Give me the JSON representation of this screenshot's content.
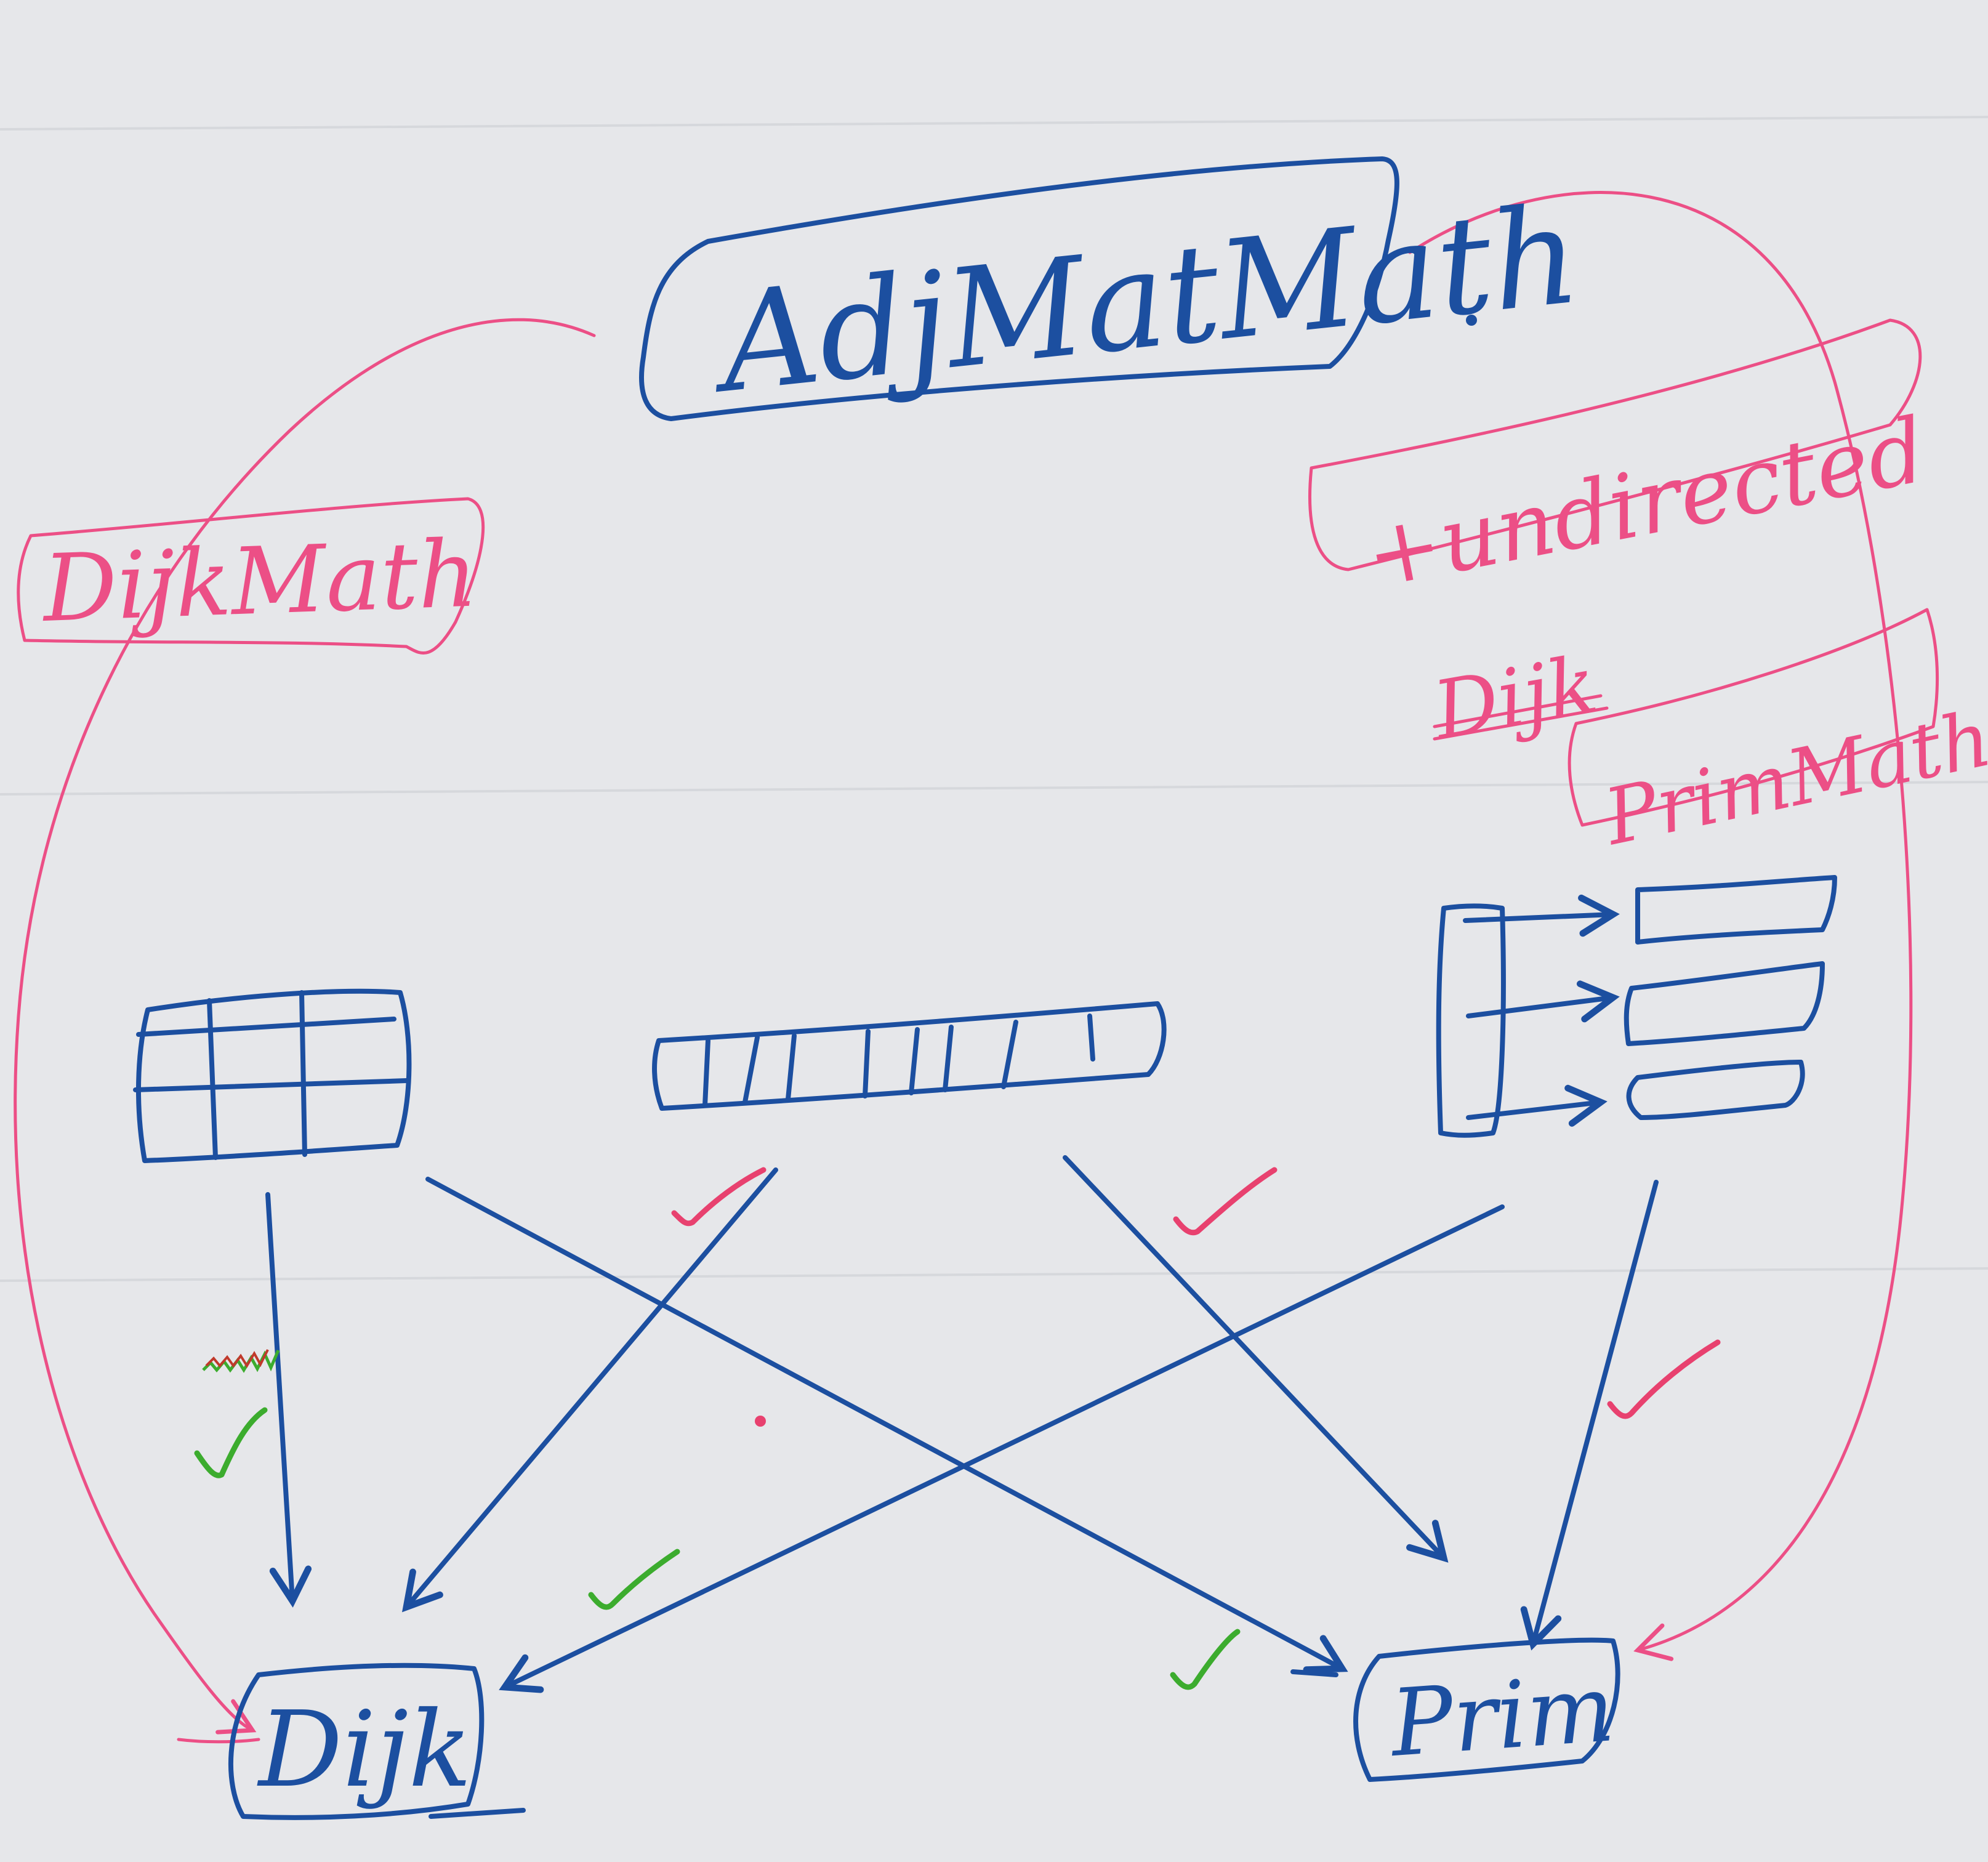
{
  "labels": {
    "adjmatmath": "AdjMatMath",
    "dijkmath": "DijkMath",
    "undirected": "+undirected",
    "dijk_struck": "Dijk",
    "primmath": "PrimMath",
    "dijk": "Dijk",
    "prim": "Prim"
  },
  "colors": {
    "blue_ink": "#1c4fa0",
    "pink_ink": "#ec4f86",
    "green_ink": "#3cac2e",
    "paper": "#e6e7ea"
  }
}
